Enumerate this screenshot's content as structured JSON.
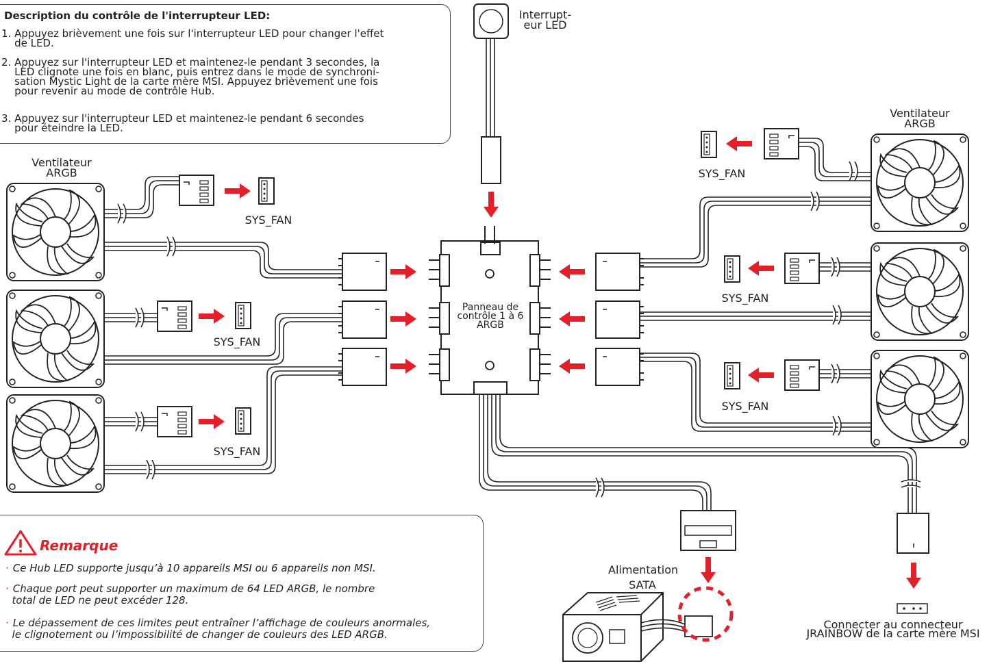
{
  "description": {
    "title": "Description du contrôle de l'interrupteur LED:",
    "items": [
      "1. Appuyez brièvement une fois sur l'interrupteur LED pour changer l'effet\n    de LED.",
      "2. Appuyez sur l'interrupteur LED et maintenez-le pendant 3 secondes, la\n    LED clignote une fois en blanc, puis entrez dans le mode de synchroni-\n    sation Mystic Light de la carte mère MSI. Appuyez brièvement une fois\n    pour revenir au mode de contrôle Hub.",
      "3. Appuyez sur l'interrupteur LED et maintenez-le pendant 6 secondes\n    pour éteindre la LED."
    ]
  },
  "labels": {
    "led_switch": "Interrupt-\neur LED",
    "fan_argb": "Ventilateur\nARGB",
    "sys_fan": "SYS_FAN",
    "hub": "Panneau de\ncontrôle 1 à 6\nARGB",
    "sata": "Alimentation\nSATA",
    "jrainbow": "Connecter au connecteur\nJRAINBOW de la carte mère MSI"
  },
  "note": {
    "title": "Remarque",
    "items": [
      "Ce Hub LED supporte jusqu’à 10 appareils MSI ou 6 appareils non MSI.",
      "Chaque port peut supporter un maximum de 64 LED ARGB, le nombre\n  total de LED ne peut excéder 128.",
      "Le dépassement de ces limites peut entraîner l’affichage de couleurs anormales,\n  le clignotement ou l’impossibilité de changer de couleurs des LED ARGB."
    ]
  },
  "colors": {
    "accent": "#e3202a",
    "line": "#222222"
  }
}
